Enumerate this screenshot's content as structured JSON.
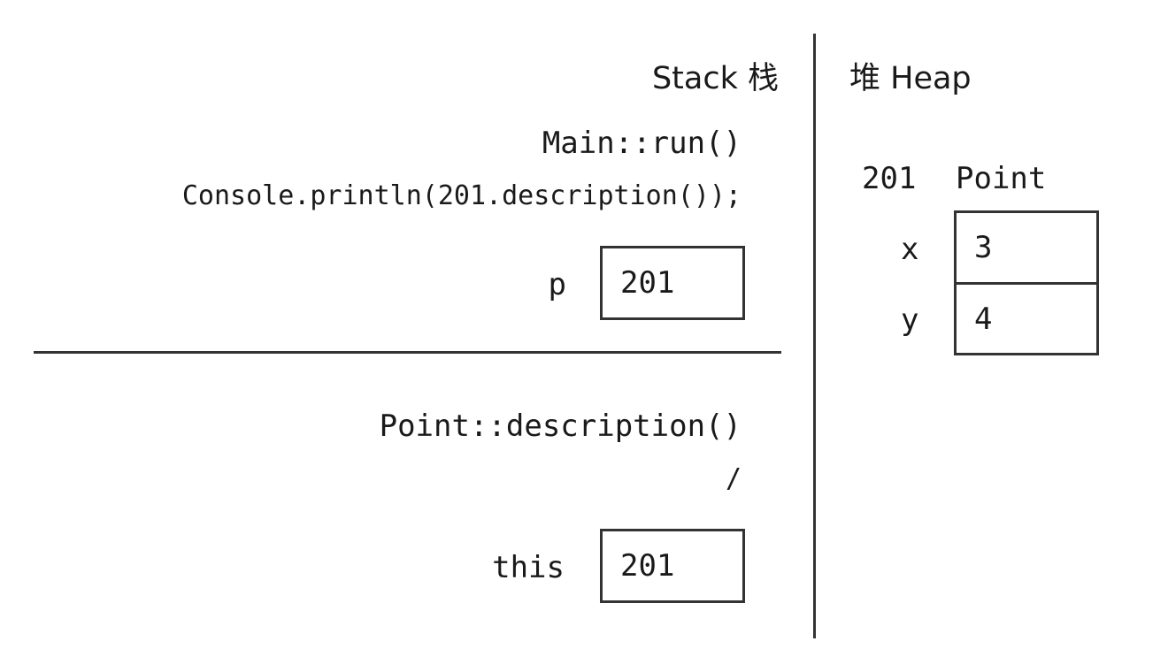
{
  "stack": {
    "header": "Stack 栈",
    "frames": [
      {
        "method": "Main::run()",
        "statement": "Console.println(201.description());",
        "variables": [
          {
            "name": "p",
            "value": "201"
          }
        ]
      },
      {
        "method": "Point::description()",
        "statement": "/",
        "variables": [
          {
            "name": "this",
            "value": "201"
          }
        ]
      }
    ]
  },
  "heap": {
    "header": "堆 Heap",
    "objects": [
      {
        "address": "201",
        "type": "Point",
        "fields": [
          {
            "name": "x",
            "value": "3"
          },
          {
            "name": "y",
            "value": "4"
          }
        ]
      }
    ]
  }
}
